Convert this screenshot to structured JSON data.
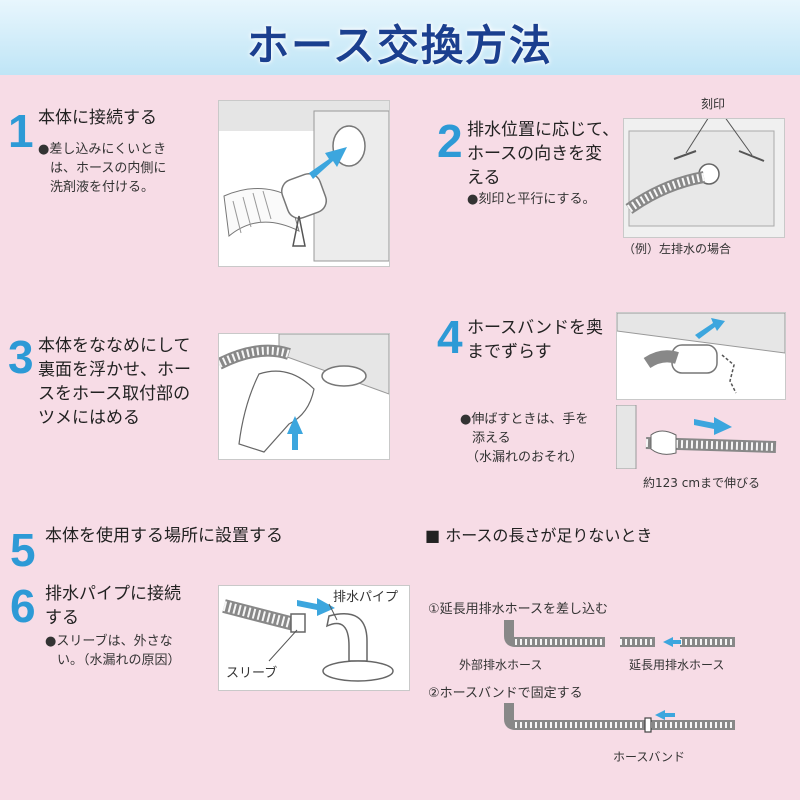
{
  "header": {
    "title": "ホース交換方法"
  },
  "steps": [
    {
      "num": "1",
      "title": "本体に接続する",
      "note_lines": [
        "●差し込みにくいとき",
        "は、ホースの内側に",
        "洗剤液を付ける。"
      ]
    },
    {
      "num": "2",
      "title_lines": [
        "排水位置に応じて、",
        "ホースの向きを変",
        "える"
      ],
      "note": "●刻印と平行にする。",
      "label_mark": "刻印",
      "caption": "（例）左排水の場合"
    },
    {
      "num": "3",
      "title_lines": [
        "本体をななめにして",
        "裏面を浮かせ、ホー",
        "スをホース取付部の",
        "ツメにはめる"
      ]
    },
    {
      "num": "4",
      "title_lines": [
        "ホースバンドを奥",
        "までずらす"
      ],
      "note_lines": [
        "●伸ばすときは、手を",
        "添える",
        "（水漏れのおそれ）"
      ],
      "caption": "約123 cmまで伸びる"
    },
    {
      "num": "5",
      "title": "本体を使用する場所に設置する"
    },
    {
      "num": "6",
      "title_lines": [
        "排水パイプに接続",
        "する"
      ],
      "note_lines": [
        "●スリーブは、外さな",
        "い。（水漏れの原因）"
      ],
      "label_pipe": "排水パイプ",
      "label_sleeve": "スリーブ"
    }
  ],
  "extension": {
    "heading": "■ ホースの長さが足りないとき",
    "step1": "①延長用排水ホースを差し込む",
    "label_outer": "外部排水ホース",
    "label_ext": "延長用排水ホース",
    "step2": "②ホースバンドで固定する",
    "label_band": "ホースバンド"
  },
  "colors": {
    "accent": "#2d9ad6",
    "title": "#1b3f8f",
    "background": "#f7dce6"
  }
}
